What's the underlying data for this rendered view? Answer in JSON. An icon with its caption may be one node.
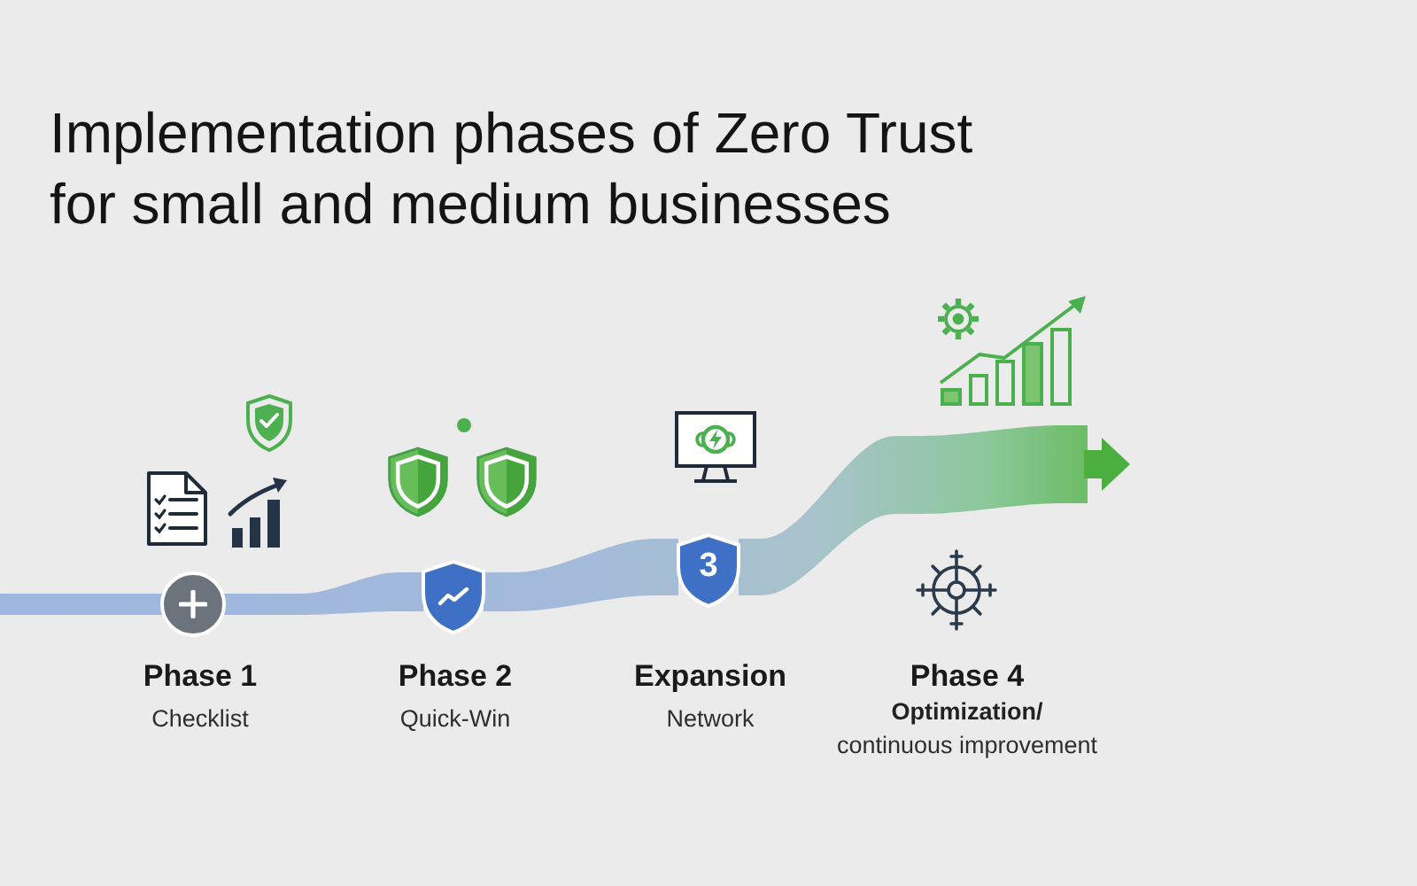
{
  "diagram": {
    "title": "Implementation phases of Zero Trust for small and medium businesses",
    "nodes": [
      {
        "text": [],
        "shape": "circle",
        "beside": [
          "Phase 1",
          "Checklist"
        ]
      },
      {
        "text": [],
        "shape": "shield",
        "beside": [
          "Phase 2",
          "Quick-Win"
        ]
      },
      {
        "text": [
          "3"
        ],
        "beside": [
          "Expansion",
          "Network"
        ]
      },
      {
        "text": [],
        "shape": "gear",
        "beside": [
          "Phase 4",
          "Optimization/",
          "continuous improvement"
        ]
      }
    ],
    "edges": [
      {
        "from": null,
        "to": 0,
        "arrow": "none"
      },
      {
        "from": 0,
        "to": 1,
        "arrow": "none"
      },
      {
        "from": 1,
        "to": 2,
        "arrow": "none"
      },
      {
        "from": 2,
        "to": null,
        "arrow": "to"
      }
    ]
  }
}
